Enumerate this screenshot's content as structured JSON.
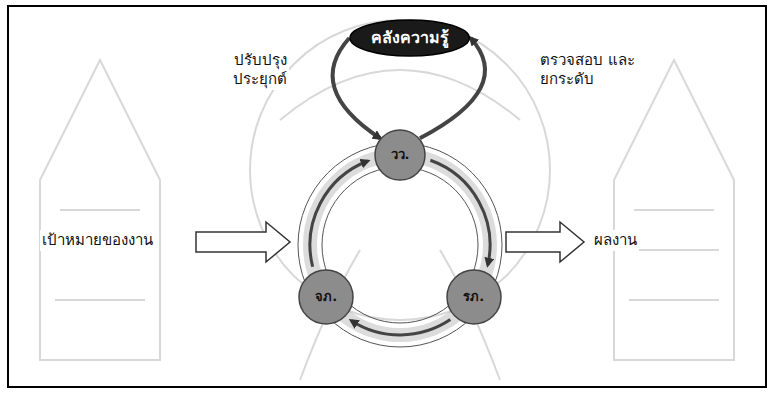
{
  "diagram": {
    "nodes": [
      {
        "text": [
          "คลังความรู้"
        ]
      },
      {
        "text": [
          "วว."
        ]
      },
      {
        "text": [
          "จภ."
        ]
      },
      {
        "text": [
          "รภ."
        ]
      }
    ],
    "edges": [
      {
        "from": 0,
        "to": 1,
        "label": "ปรับปรุง ประยุกต์",
        "arrow": "to"
      },
      {
        "from": 1,
        "to": 0,
        "label": "ตรวจสอบ และยกระดับ",
        "arrow": "to"
      },
      {
        "from": 1,
        "to": 3,
        "arrow": "to"
      },
      {
        "from": 3,
        "to": 2,
        "arrow": "to"
      },
      {
        "from": 2,
        "to": 1,
        "arrow": "to"
      }
    ],
    "labels": [
      "เป้าหมายของงาน",
      "ผลงาน"
    ]
  }
}
